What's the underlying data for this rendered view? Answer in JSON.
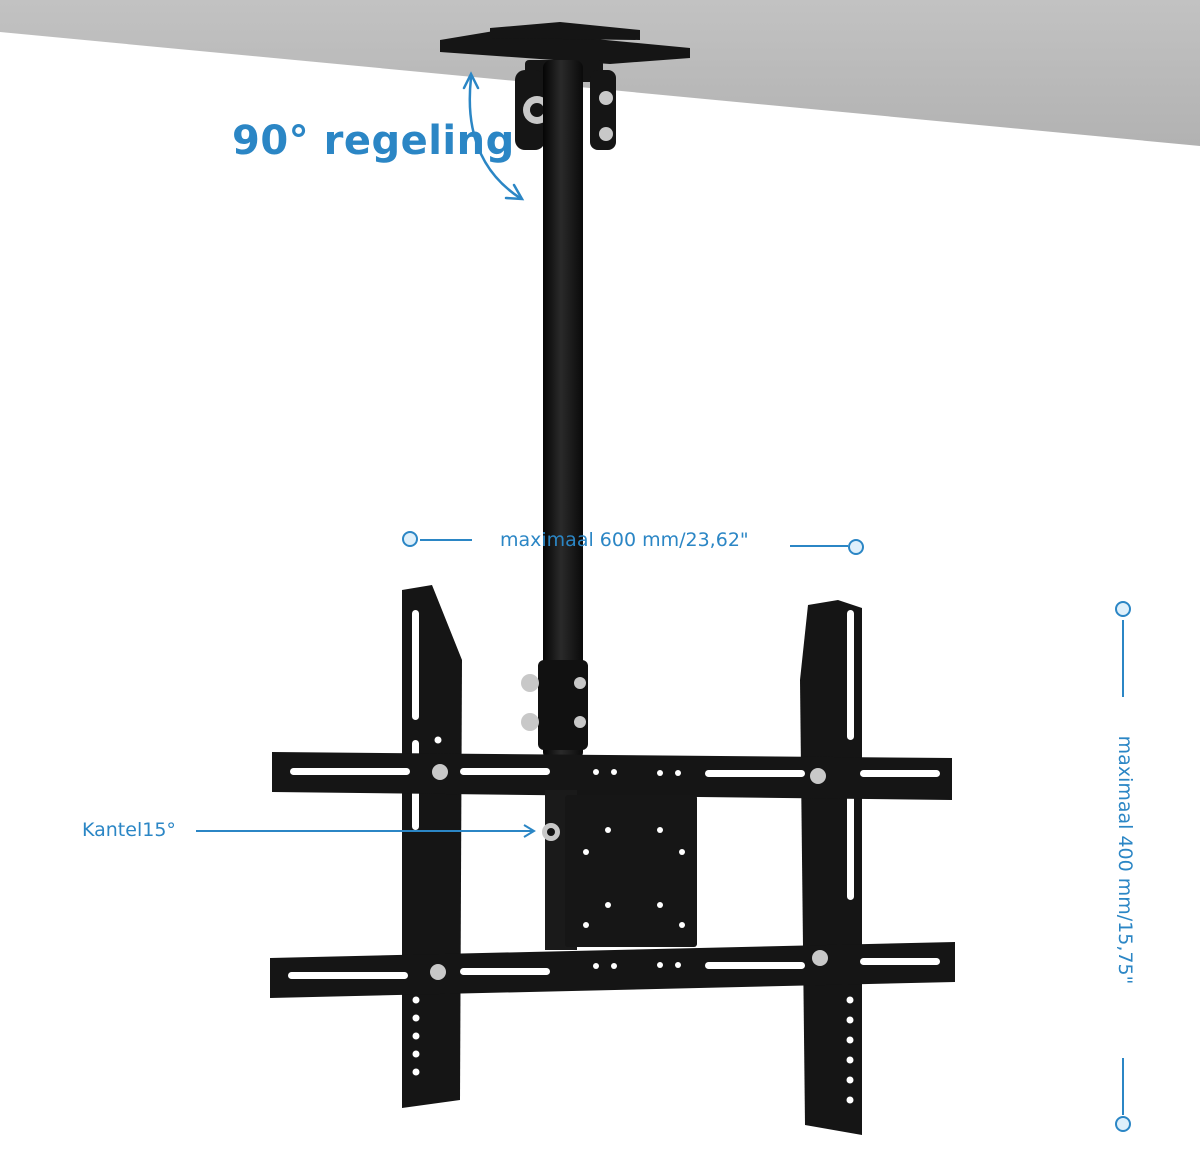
{
  "colors": {
    "accent": "#2b86c5",
    "ceiling": "#b9b9b9",
    "mount": "#151515",
    "hardware": "#c8c8c8"
  },
  "annotations": {
    "rotation": "90° regeling",
    "max_width": "maximaal 600 mm/23,62\"",
    "tilt": "Kantel15°",
    "max_height": "maximaal 400 mm/15,75\""
  },
  "icons": {
    "rotation_arrow": "curved-double-arrow-icon",
    "dimension_marker": "circle-endpoint-icon"
  }
}
